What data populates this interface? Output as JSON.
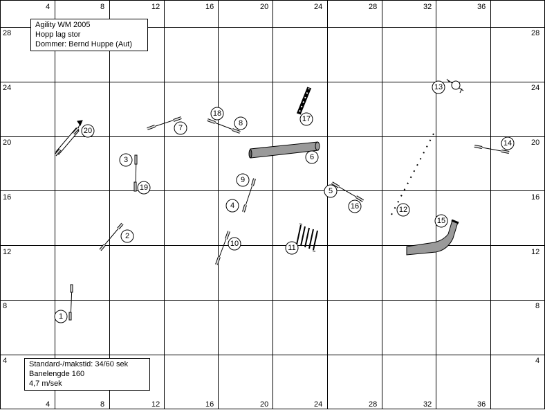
{
  "course": {
    "grid_min": 0,
    "grid_max_x": 40,
    "grid_max_y": 30,
    "grid_step": 4
  },
  "labels": {
    "bottom": [
      "4",
      "8",
      "12",
      "16",
      "20",
      "24",
      "28",
      "32",
      "36"
    ],
    "top": [
      "4",
      "8",
      "12",
      "16",
      "20",
      "24",
      "28",
      "32",
      "36"
    ],
    "left": [
      "28",
      "24",
      "20",
      "16",
      "12",
      "8",
      "4"
    ],
    "right": [
      "28",
      "24",
      "20",
      "16",
      "12",
      "8",
      "4"
    ]
  },
  "info": {
    "line1": "Agility WM 2005",
    "line2": "Hopp lag stor",
    "line3": "Dommer: Bernd Huppe (Aut)"
  },
  "stats": {
    "line1": "Standard-/makstid: 34/60 sek",
    "line2": "Banelengde 160",
    "line3": "4,7 m/sek"
  },
  "obstacles": [
    {
      "num": "1"
    },
    {
      "num": "2"
    },
    {
      "num": "3"
    },
    {
      "num": "4"
    },
    {
      "num": "5"
    },
    {
      "num": "6"
    },
    {
      "num": "7"
    },
    {
      "num": "8"
    },
    {
      "num": "9"
    },
    {
      "num": "10"
    },
    {
      "num": "11"
    },
    {
      "num": "12"
    },
    {
      "num": "13"
    },
    {
      "num": "14"
    },
    {
      "num": "15"
    },
    {
      "num": "16"
    },
    {
      "num": "17"
    },
    {
      "num": "18"
    },
    {
      "num": "19"
    },
    {
      "num": "20"
    }
  ],
  "colors": {
    "grid": "#000000",
    "tunnel": "#9a9a9a",
    "background": "#ffffff"
  }
}
